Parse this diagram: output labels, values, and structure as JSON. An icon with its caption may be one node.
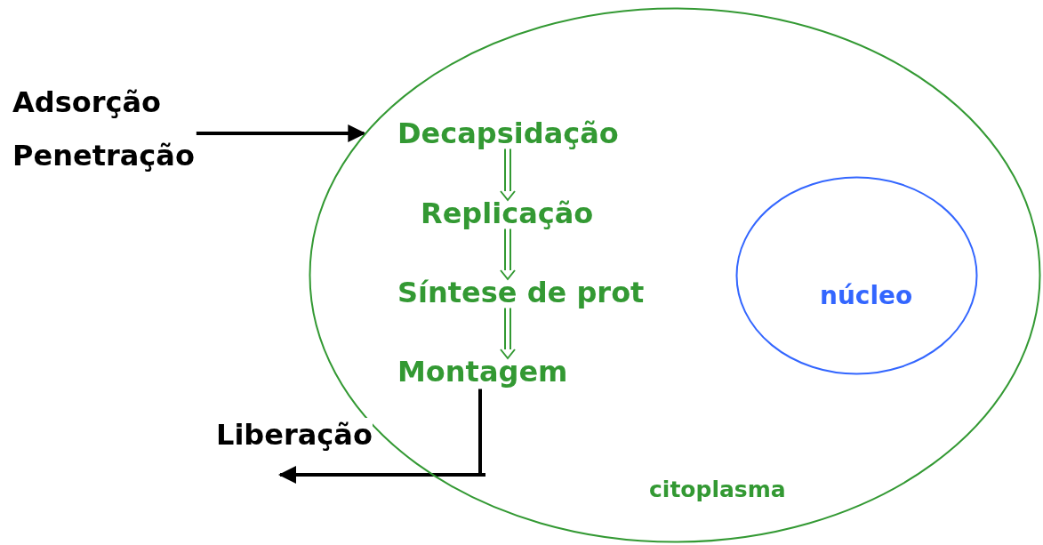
{
  "diagram": {
    "nodes": [
      {
        "text": [
          "Adsorção",
          "Penetração"
        ]
      },
      {
        "text": [
          "citoplasma"
        ]
      },
      {
        "text": [
          "Decapsidação"
        ],
        "in": 1
      },
      {
        "text": [
          "Replicação"
        ],
        "in": 1
      },
      {
        "text": [
          "Síntese de prot"
        ],
        "in": 1
      },
      {
        "text": [
          "Montagem"
        ],
        "in": 1
      },
      {
        "text": [
          "núcleo"
        ],
        "in": 1
      }
    ],
    "edges": [
      {
        "from": 0,
        "to": 1,
        "arrow": "to",
        "style": "thick",
        "color": "#000000"
      },
      {
        "from": 2,
        "to": 3,
        "arrow": "to"
      },
      {
        "from": 3,
        "to": 4,
        "arrow": "to"
      },
      {
        "from": 4,
        "to": 5,
        "arrow": "to"
      },
      {
        "from": 5,
        "to": null,
        "arrow": "to",
        "label": "Liberação",
        "style": "thick",
        "color": "#000000"
      }
    ]
  }
}
